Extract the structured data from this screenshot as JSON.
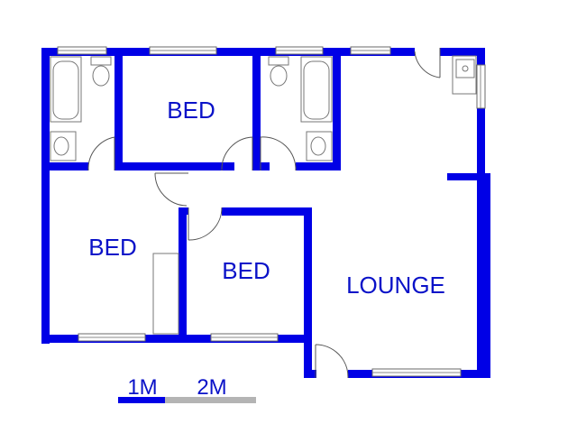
{
  "rooms": {
    "bed_top": "BED",
    "bed_left": "BED",
    "bed_center": "BED",
    "lounge": "LOUNGE"
  },
  "scale": {
    "label_1": "1M",
    "label_2": "2M"
  },
  "colors": {
    "wall": "#0000e6",
    "label": "#0a12c8",
    "scale_gray": "#b4b4b4"
  }
}
